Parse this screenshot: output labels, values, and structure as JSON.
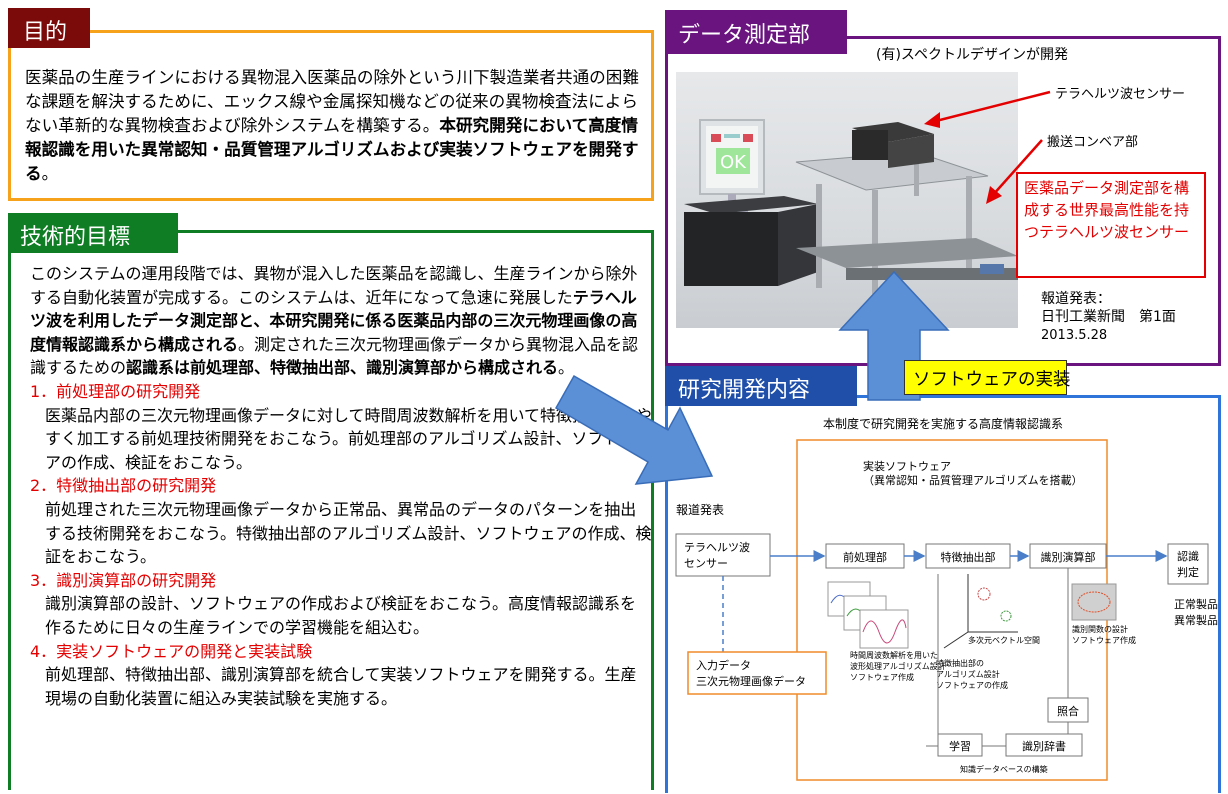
{
  "purpose": {
    "tab": "目的",
    "text_normal": "医薬品の生産ラインにおける異物混入医薬品の除外という川下製造業者共通の困難な課題を解決するために、エックス線や金属探知機などの従来の異物検査法によらない革新的な異物検査および除外システムを構築する。",
    "text_bold": "本研究開発において高度情報認識を用いた異常認知・品質管理アルゴリズムおよび実装ソフトウェアを開発する",
    "text_end": "。"
  },
  "tech": {
    "tab": "技術的目標",
    "p1": "このシステムの運用段階では、異物が混入した医薬品を認識し、生産ラインから除外する自動化装置が完成する。このシステムは、近年になって急速に発展した",
    "p1_bold": "テラヘルツ波を利用したデータ測定部と、本研究開発に係る医薬品内部の三次元物理画像の高度情報認識系から構成される",
    "p1_mid": "。測定された三次元物理画像データから異物混入品を認識するための",
    "p1_bold2": "認識系は前処理部、特徴抽出部、識別演算部から構成される",
    "p1_end": "。",
    "sections": [
      {
        "title": "1．前処理部の研究開発",
        "body": "医薬品内部の三次元物理画像データに対して時間周波数解析を用いて特徴抽出をしやすく加工する前処理技術開発をおこなう。前処理部のアルゴリズム設計、ソフトウェアの作成、検証をおこなう。"
      },
      {
        "title": "2．特徴抽出部の研究開発",
        "body": "前処理された三次元物理画像データから正常品、異常品のデータのパターンを抽出する技術開発をおこなう。特徴抽出部のアルゴリズム設計、ソフトウェアの作成、検証をおこなう。"
      },
      {
        "title": "3．識別演算部の研究開発",
        "body": "識別演算部の設計、ソフトウェアの作成および検証をおこなう。高度情報認識系を作るために日々の生産ラインでの学習機能を組込む。"
      },
      {
        "title": "4．実装ソフトウェアの開発と実装試験",
        "body": "前処理部、特徴抽出部、識別演算部を統合して実装ソフトウェアを開発する。生産現場の自動化装置に組込み実装試験を実施する。"
      }
    ]
  },
  "data_section": {
    "tab": "データ測定部",
    "developer": "(有)スペクトルデザインが開発",
    "sensor_label": "テラヘルツ波センサー",
    "conveyor_label": "搬送コンベア部",
    "red_note": "医薬品データ測定部を構成する世界最高性能を持つテラヘルツ波センサー",
    "press_title": "報道発表：",
    "press_paper": "日刊工業新聞　第1面",
    "press_date": "2013.5.28",
    "screen_text": "OK"
  },
  "rd": {
    "tab": "研究開発内容",
    "impl_label": "ソフトウェアの実装",
    "diagram_title": "本制度で研究開発を実施する高度情報認識系",
    "impl_box_title": "実装ソフトウェア",
    "impl_box_sub": "（異常認知・品質管理アルゴリズムを搭載）",
    "press": "報道発表",
    "sensor": "テラヘルツ波\nセンサー",
    "sensor_l1": "テラヘルツ波",
    "sensor_l2": "センサー",
    "pre": "前処理部",
    "feat": "特徴抽出部",
    "ident": "識別演算部",
    "recog_l1": "認識",
    "recog_l2": "判定",
    "normal": "正常製品",
    "abnormal": "異常製品",
    "input_l1": "入力データ",
    "input_l2": "三次元物理画像データ",
    "pre_note_l1": "時間周波数解析を用いた",
    "pre_note_l2": "波形処理アルゴリズム設計",
    "pre_note_l3": "ソフトウェア作成",
    "space_label": "多次元ベクトル空間",
    "feat_note_l1": "特徴抽出部の",
    "feat_note_l2": "アルゴリズム設計",
    "feat_note_l3": "ソフトウェアの作成",
    "ident_note_l1": "識別関数の設計",
    "ident_note_l2": "ソフトウェア作成",
    "match": "照合",
    "learn": "学習",
    "dict": "識別辞書",
    "kb": "知識データベースの構築"
  },
  "colors": {
    "purpose_border": "#f7a21b",
    "purpose_tab": "#7b0a0a",
    "tech_border": "#0e7d24",
    "data_border": "#6a1480",
    "rd_border": "#2f74d9",
    "rd_tab": "#1f4fa8",
    "arrow": "#5b8fd6",
    "highlight": "#ffff00",
    "red": "#e40000"
  }
}
